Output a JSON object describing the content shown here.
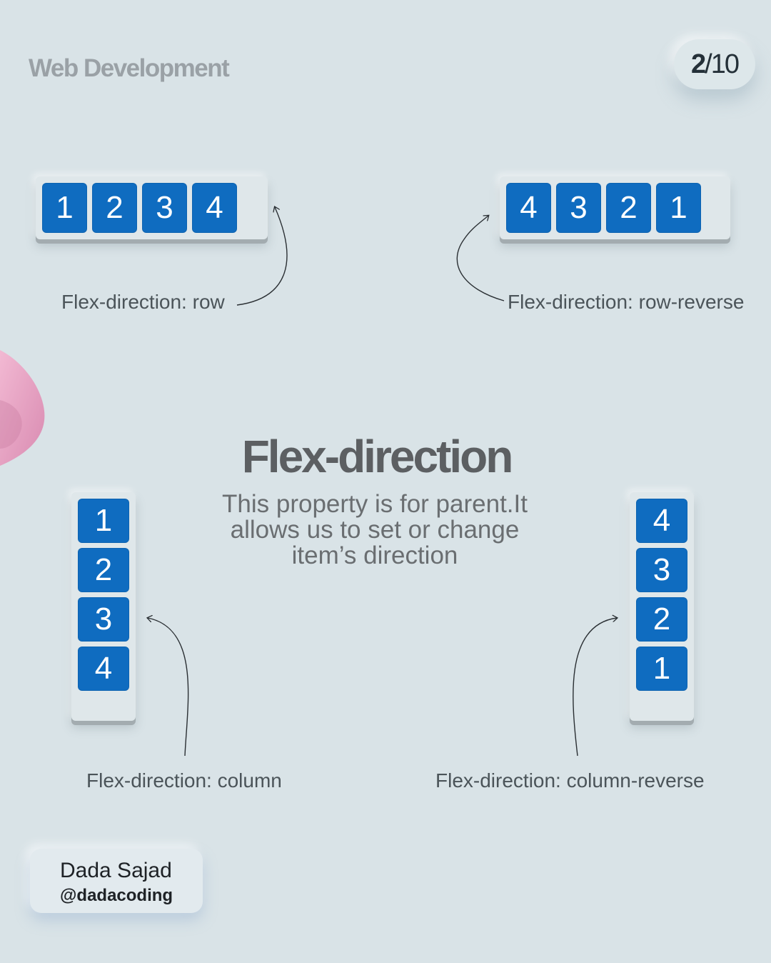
{
  "header": {
    "brand": "Web Development",
    "page_current": "2",
    "page_total": "/10"
  },
  "main": {
    "title": "Flex-direction",
    "description": "This property is for parent.It allows us to set or change item’s direction"
  },
  "examples": {
    "row": {
      "items": [
        "1",
        "2",
        "3",
        "4"
      ],
      "caption": "Flex-direction: row"
    },
    "row_reverse": {
      "items": [
        "4",
        "3",
        "2",
        "1"
      ],
      "caption": "Flex-direction: row-reverse"
    },
    "column": {
      "items": [
        "1",
        "2",
        "3",
        "4"
      ],
      "caption": "Flex-direction: column"
    },
    "column_reverse": {
      "items": [
        "4",
        "3",
        "2",
        "1"
      ],
      "caption": "Flex-direction: column-reverse"
    }
  },
  "author": {
    "name": "Dada Sajad",
    "handle": "@dadacoding"
  },
  "colors": {
    "box": "#0f6cc0",
    "background": "#d9e3e7",
    "decoration": "#e9a3c4"
  }
}
